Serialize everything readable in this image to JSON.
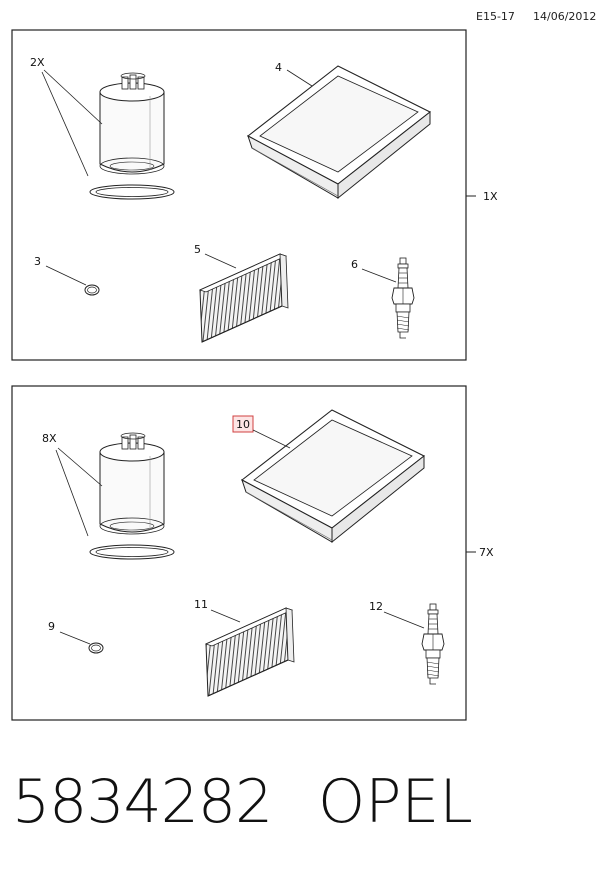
{
  "header": {
    "code": "E15-17",
    "date": "14/06/2012"
  },
  "kit1": {
    "qty": "1X",
    "labels": {
      "oil_filter": "2X",
      "air_filter": "4",
      "seal_ring": "3",
      "cabin_filter": "5",
      "spark_plug": "6"
    }
  },
  "kit2": {
    "qty": "7X",
    "labels": {
      "oil_filter": "8X",
      "air_filter": "10",
      "seal_ring": "9",
      "cabin_filter": "11",
      "spark_plug": "12"
    }
  },
  "footer": {
    "part_number": "5834282",
    "brand": "OPEL"
  },
  "colors": {
    "highlight_border": "#d04040",
    "highlight_fill": "#fde4e4"
  }
}
